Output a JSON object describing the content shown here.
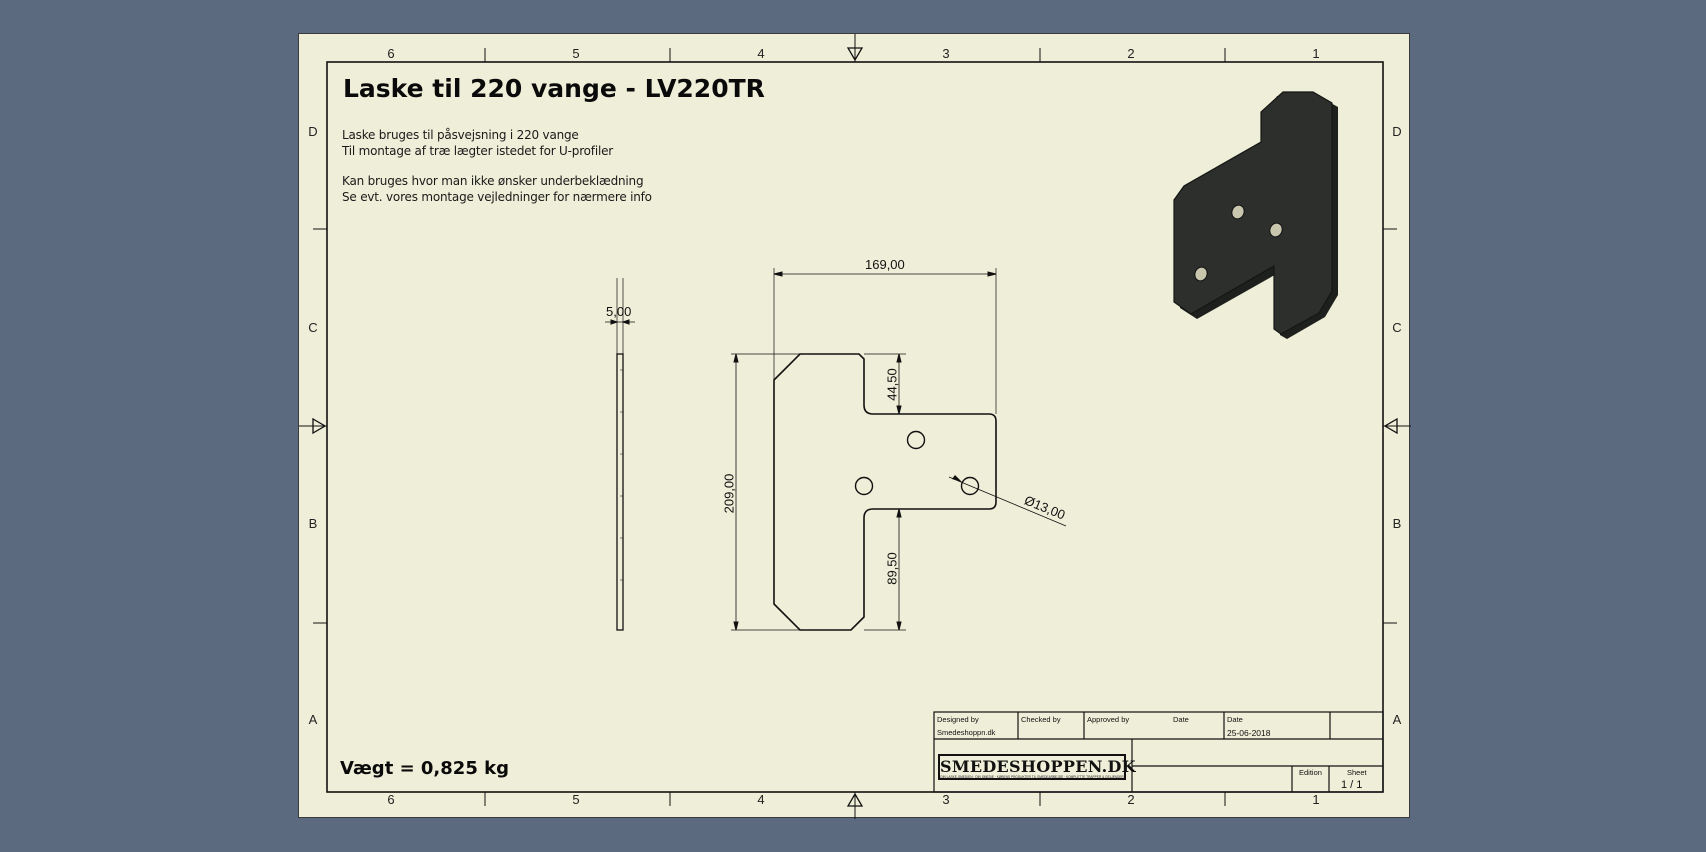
{
  "drawing": {
    "title": "Laske til 220 vange - LV220TR",
    "description": [
      "Laske bruges til påsvejsning i 220 vange",
      "Til montage af træ lægter istedet for U-profiler",
      "Kan bruges hvor man ikke ønsker underbeklædning",
      "Se evt. vores montage vejledninger for nærmere info"
    ],
    "weight": "Vægt = 0,825 kg"
  },
  "zones": {
    "columns": [
      "6",
      "5",
      "4",
      "3",
      "2",
      "1"
    ],
    "rows": [
      "D",
      "C",
      "B",
      "A"
    ]
  },
  "dimensions": {
    "thickness": "5,00",
    "width": "169,00",
    "height": "209,00",
    "top_offset": "44,50",
    "bottom_offset": "89,50",
    "hole_diameter": "Ø13,00"
  },
  "title_block": {
    "designed_by_label": "Designed by",
    "designed_by_value": "Smedeshoppn.dk",
    "checked_by_label": "Checked by",
    "approved_by_label": "Approved by",
    "date_label_1": "Date",
    "date_label_2": "Date",
    "date_value": "25-06-2018",
    "edition_label": "Edition",
    "sheet_label": "Sheet",
    "sheet_value": "1 / 1",
    "logo_text": "SMEDESHOPPEN.DK",
    "logo_subtext": "DIN LASKE-SMEDIEN · DIN SMEDIE · KØBENS PRODUKTER TIL SMEDEARBEJDE · KOMPLETTE TRAPPER & GELÆNDER"
  },
  "colors": {
    "background": "#5b6a7e",
    "paper": "#efeed8",
    "ink": "#111111",
    "part_fill": "#2c2f2c"
  }
}
